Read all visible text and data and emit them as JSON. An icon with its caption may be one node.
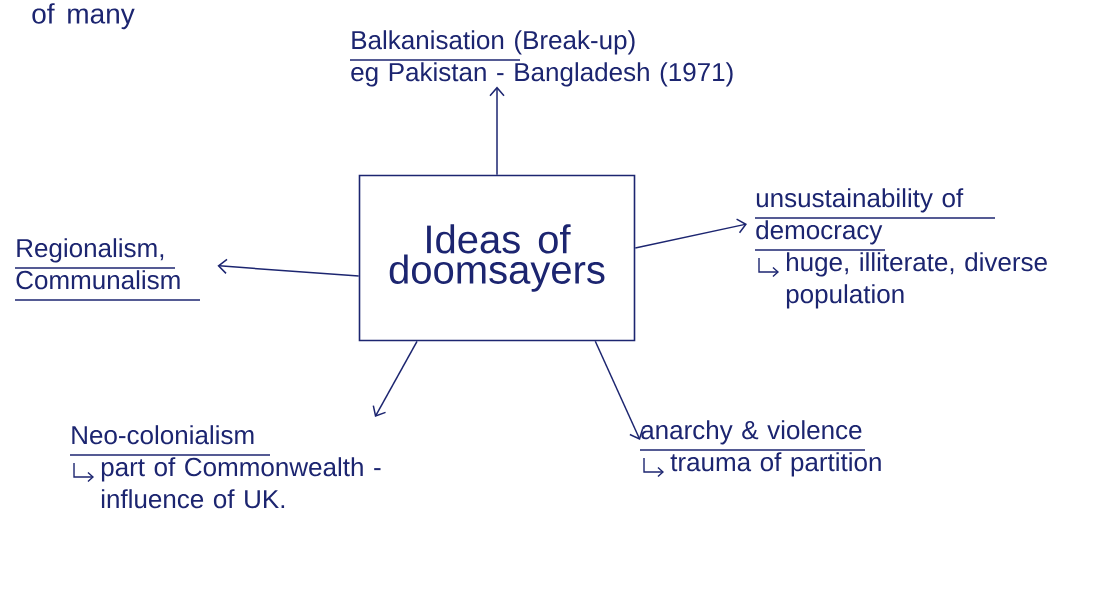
{
  "diagram": {
    "nodes": [
      {
        "text": [
          "Ideas of doomsayers"
        ]
      },
      {
        "text": [
          "Balkanisation (Break-up)",
          "eg Pakistan - Bangladesh (1971)"
        ]
      },
      {
        "text": [
          "unsustainability of democracy",
          "huge, illiterate, diverse population"
        ]
      },
      {
        "text": [
          "Regionalism, Communalism"
        ]
      },
      {
        "text": [
          "Neo-colonialism",
          "part of Commonwealth - influence of UK."
        ]
      },
      {
        "text": [
          "anarchy & violence",
          "trauma of partition"
        ]
      }
    ],
    "edges": [
      {
        "from": 0,
        "to": 1,
        "arrow": "to"
      },
      {
        "from": 0,
        "to": 2,
        "arrow": "to"
      },
      {
        "from": 0,
        "to": 3,
        "arrow": "to"
      },
      {
        "from": 0,
        "to": 4,
        "arrow": "to"
      },
      {
        "from": 0,
        "to": 5,
        "arrow": "to"
      }
    ],
    "labels": [
      "of many"
    ]
  }
}
